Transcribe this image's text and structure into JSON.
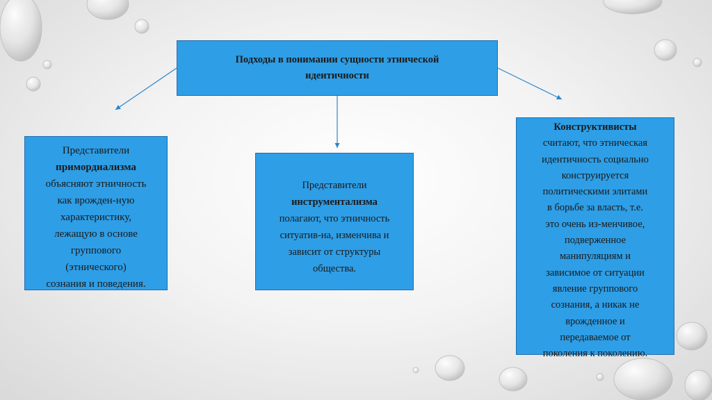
{
  "title": {
    "line1": "Подходы в понимании сущности этнической",
    "line2": "идентичности"
  },
  "left": {
    "line1": "Представители",
    "line2": "примордиализма",
    "line3": "объясняют этничность",
    "line4": "как врожден-ную",
    "line5": "характеристику,",
    "line6": "лежащую в основе",
    "line7": "группового",
    "line8": "(этнического)",
    "line9": "сознания и поведения."
  },
  "middle": {
    "line1": "Представители",
    "line2": "инструментализма",
    "line3": "полагают, что этничность",
    "line4": "ситуатив-на, изменчива и",
    "line5": "зависит от структуры",
    "line6": "общества."
  },
  "right": {
    "line1": "Конструктивисты",
    "line2": "считают, что этническая",
    "line3": "идентичность социально",
    "line4": "конструируется",
    "line5": "политическими элитами",
    "line6": "в борьбе за власть, т.е.",
    "line7": "это очень из-менчивое,",
    "line8": "подверженное",
    "line9": "манипуляциям и",
    "line10": "зависимое от ситуации",
    "line11": "явление группового",
    "line12": "сознания, а никак не",
    "line13": "врожденное и",
    "line14": "передаваемое от",
    "line15": "поколения к поколению."
  },
  "colors": {
    "box_fill": "#2e9ee6",
    "box_border": "#1f6fb0",
    "arrow": "#2a86c8"
  }
}
